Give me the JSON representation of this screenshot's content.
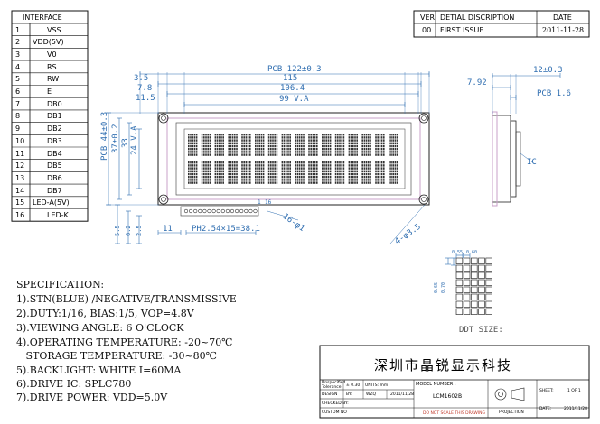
{
  "interface": {
    "title": "INTERFACE",
    "pins": [
      {
        "no": "1",
        "name": "VSS"
      },
      {
        "no": "2",
        "name": "VDD(5V)"
      },
      {
        "no": "3",
        "name": "V0"
      },
      {
        "no": "4",
        "name": "RS"
      },
      {
        "no": "5",
        "name": "RW"
      },
      {
        "no": "6",
        "name": "E"
      },
      {
        "no": "7",
        "name": "DB0"
      },
      {
        "no": "8",
        "name": "DB1"
      },
      {
        "no": "9",
        "name": "DB2"
      },
      {
        "no": "10",
        "name": "DB3"
      },
      {
        "no": "11",
        "name": "DB4"
      },
      {
        "no": "12",
        "name": "DB5"
      },
      {
        "no": "13",
        "name": "DB6"
      },
      {
        "no": "14",
        "name": "DB7"
      },
      {
        "no": "15",
        "name": "LED-A(5V)"
      },
      {
        "no": "16",
        "name": "LED-K"
      }
    ]
  },
  "revision": {
    "headers": {
      "ver": "VER",
      "desc": "DETIAL DISCRIPTION",
      "date": "DATE"
    },
    "row": {
      "ver": "00",
      "desc": "FIRST ISSUE",
      "date": "2011-11-28"
    }
  },
  "dimensions": {
    "pcb_width": "PCB 122±0.3",
    "outline_115": "115",
    "outline_106": "106.4",
    "va_width": "99 V.A",
    "left_35": "3.5",
    "left_78": "7.8",
    "left_115": "11.5",
    "pcb_height": "PCB 44±0.3",
    "h_37": "37±0.2",
    "h_33": "33",
    "va_height": "24 V.A",
    "hole": "4-φ3.5",
    "pitch": "PH2.54×15=38.1",
    "pad": "16-φ1",
    "pin_first": "1",
    "pin_last": "16",
    "bottom_11": "11",
    "side_55": "5.5",
    "side_62": "6.2",
    "side_25": "2.5",
    "thick_total": "12±0.3",
    "thick_792": "7.92",
    "pcb_thick": "PCB 1.6",
    "ic_label": "IC",
    "dot_w": "0.55",
    "dot_w2": "0.60",
    "dot_h": "0.65",
    "dot_h2": "0.70",
    "ddt_label": "DDT SIZE:"
  },
  "spec": {
    "title": "SPECIFICATION:",
    "lines": [
      "1).STN(BLUE) /NEGATIVE/TRANSMISSIVE",
      "2).DUTY:1/16, BIAS:1/5, VOP=4.8V",
      "3).VIEWING ANGLE: 6 O'CLOCK",
      "4).OPERATING TEMPERATURE: -20~70℃",
      "   STORAGE TEMPERATURE: -30~80℃",
      "5).BACKLIGHT: WHITE  I=60MA",
      "6).DRIVE IC: SPLC780",
      "7).DRIVE POWER: VDD=5.0V"
    ]
  },
  "title_block": {
    "company": "深圳市晶锐显示科技",
    "tolerance_label": "Unspecified Tolerance",
    "tolerance_value": "± 0.30",
    "units": "UNITS: mm",
    "model_label": "MODEL NUMBER :",
    "model": "LCM1602B",
    "design_label": "DESIGN",
    ":by": "BY:",
    "designer": "WZQ",
    "design_date": "2011/11/28",
    "checked_label": "CHECKED BY:",
    "customer_label": "CUSTOM NO",
    "sheet_label": "SHEET:",
    "sheet_value": "1 OF 1",
    "date_label": "DATE:",
    "date_value": "2011/11/28",
    "projection_label": "PROJECTION",
    "warning": "DO NOT SCALE THIS DRAWING"
  },
  "colors": {
    "line": "#2e6db0",
    "border": "#111111",
    "accent_line": "#c9a0c9",
    "matrix": "#333333"
  }
}
